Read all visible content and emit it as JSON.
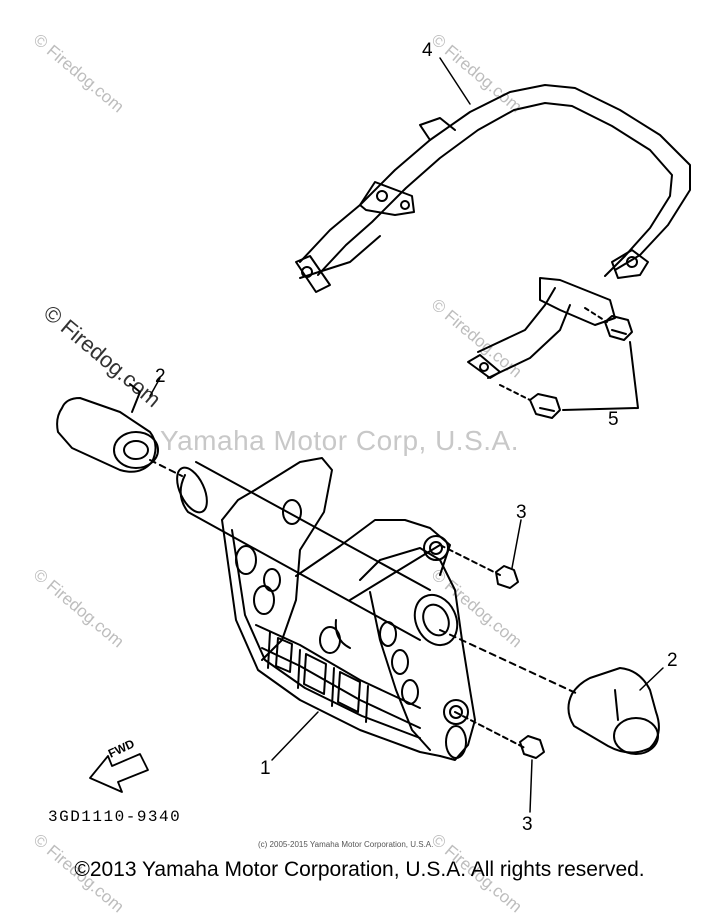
{
  "watermark_site": "© Firedog.com",
  "watermark_brand": "Yamaha Motor Corp, U.S.A.",
  "callouts": {
    "c1": "1",
    "c2a": "2",
    "c2b": "2",
    "c3a": "3",
    "c3b": "3",
    "c4": "4",
    "c5": "5"
  },
  "fwd_label": "FWD",
  "part_number": "3GD1110-9340",
  "small_copyright": "(c) 2005-2015 Yamaha Motor Corporation, U.S.A.",
  "footer_copyright": "©2013 Yamaha Motor Corporation, U.S.A. All rights reserved.",
  "colors": {
    "line": "#000000",
    "watermark": "#bdbdbd",
    "background": "#ffffff"
  }
}
